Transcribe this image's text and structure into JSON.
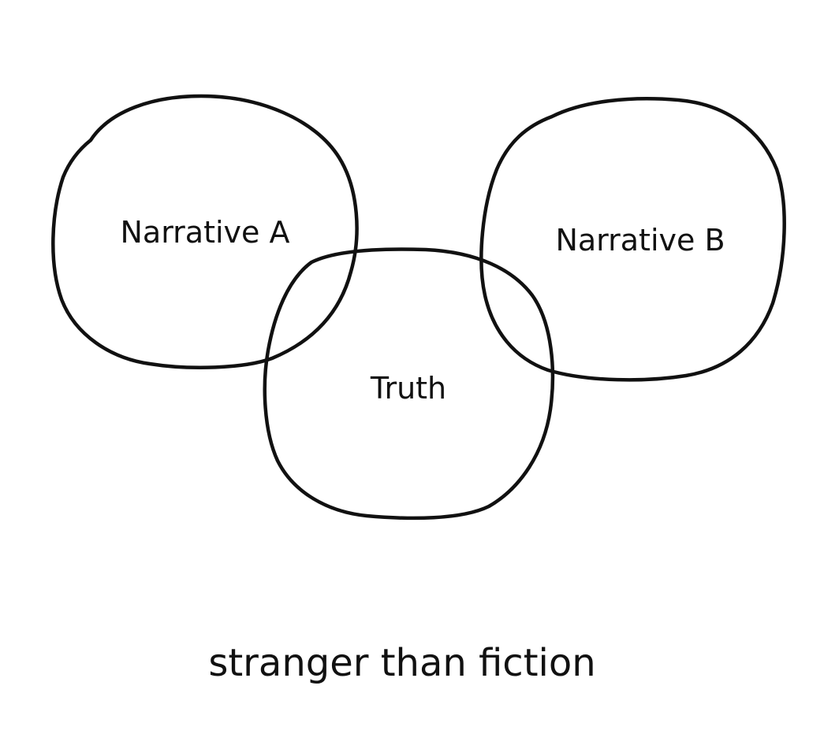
{
  "diagram": {
    "type": "venn",
    "circles": [
      {
        "label": "Narrative A"
      },
      {
        "label": "Truth"
      },
      {
        "label": "Narrative B"
      }
    ],
    "caption": "stranger than fiction"
  }
}
